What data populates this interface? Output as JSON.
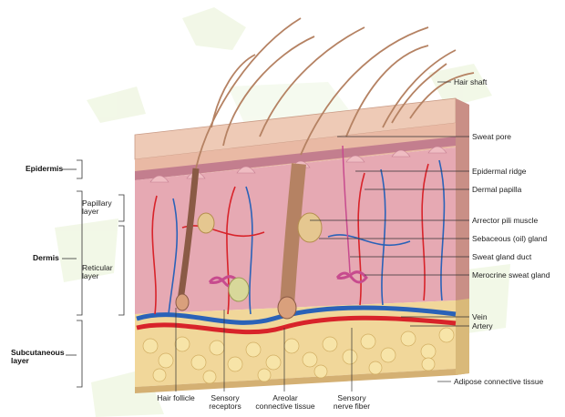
{
  "diagram": {
    "left_labels": {
      "epidermis": "Epidermis",
      "papillary_layer": [
        "Papillary",
        "layer"
      ],
      "dermis": "Dermis",
      "reticular_layer": [
        "Reticular",
        "layer"
      ],
      "subcutaneous_layer": [
        "Subcutaneous",
        "layer"
      ]
    },
    "right_labels": {
      "hair_shaft": "Hair shaft",
      "sweat_pore": "Sweat pore",
      "epidermal_ridge": "Epidermal ridge",
      "dermal_papilla": "Dermal papilla",
      "arrector_pili_muscle": "Arrector pili muscle",
      "sebaceous_gland": "Sebaceous (oil) gland",
      "sweat_gland_duct": "Sweat gland duct",
      "merocrine_sweat_gland": "Merocrine sweat gland",
      "vein": "Vein",
      "artery": "Artery",
      "adipose_connective_tissue": "Adipose connective tissue"
    },
    "bottom_labels": {
      "hair_follicle": "Hair follicle",
      "sensory_receptors": [
        "Sensory",
        "receptors"
      ],
      "areolar_connective_tissue": [
        "Areolar",
        "connective tissue"
      ],
      "sensory_nerve_fiber": [
        "Sensory",
        "nerve fiber"
      ]
    },
    "colors": {
      "epidermis": "#e9b9a4",
      "dermis": "#e6a9b3",
      "subcutaneous": "#f1d79a",
      "hair": "#b58263",
      "artery": "#d8232a",
      "vein": "#2a62b8",
      "watermark": "#e8f2d4"
    }
  }
}
